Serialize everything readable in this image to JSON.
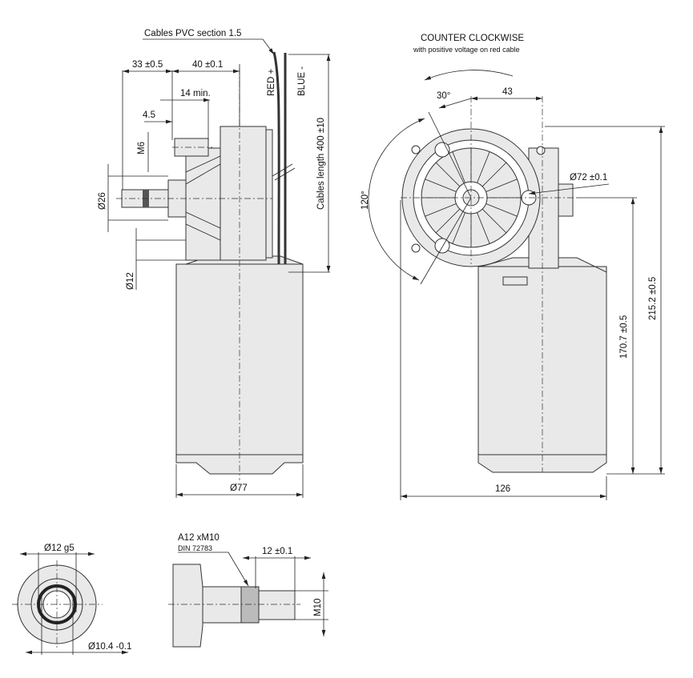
{
  "side_view": {
    "cables_note": "Cables PVC section 1.5",
    "dim_33": "33 ±0.5",
    "dim_40": "40 ±0.1",
    "dim_14": "14 min.",
    "dim_4_5": "4.5",
    "thread_m6": "M6",
    "dia_26": "Ø26",
    "dia_12": "Ø12",
    "red_cable": "RED +",
    "blue_cable": "BLUE -",
    "cable_length": "Cables length  400 ±10",
    "dia_77": "Ø77"
  },
  "front_view": {
    "rotation_title": "COUNTER CLOCKWISE",
    "rotation_note": "with positive voltage on red cable",
    "angle_30": "30°",
    "dim_43": "43",
    "dia_72": "Ø72 ±0.1",
    "angle_120": "120°",
    "dim_170": "170.7 ±0.5",
    "dim_215": "215.2 ±0.5",
    "dim_126": "126"
  },
  "shaft_end_view": {
    "dia_12_g5": "Ø12 g5",
    "dia_10_4": "Ø10.4 -0.1"
  },
  "shaft_side_view": {
    "spline": "A12 xM10",
    "standard": "DIN 72783",
    "dim_12": "12 ±0.1",
    "thread_m10": "M10"
  }
}
